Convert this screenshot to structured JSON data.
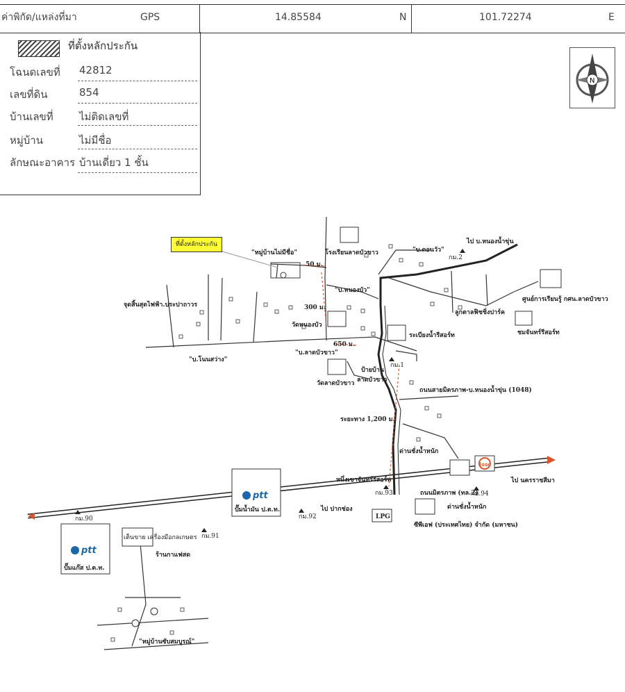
{
  "coords": {
    "label": "ค่าพิกัด/แหล่งที่มา",
    "source": "GPS",
    "lat": "14.85584",
    "lat_dir": "N",
    "lon": "101.72274",
    "lon_dir": "E"
  },
  "info": {
    "legend_label": "ที่ตั้งหลักประกัน",
    "rows": [
      {
        "label": "โฉนดเลขที่",
        "value": "42812"
      },
      {
        "label": "เลขที่ดิน",
        "value": "854"
      },
      {
        "label": "บ้านเลขที่",
        "value": "ไม่ติดเลขที่"
      },
      {
        "label": "หมู่บ้าน",
        "value": "ไม่มีชื่อ"
      },
      {
        "label": "ลักษณะอาคาร",
        "value": "บ้านเดี่ยว 1 ชั้น"
      }
    ]
  },
  "compass": {
    "letter": "N"
  },
  "map": {
    "callout": "ที่ตั้งหลักประกัน",
    "labels": {
      "village_noname": "\"หมู่บ้านไม่มีชื่อ\"",
      "school": "โรงเรียนลาดบัวขาว",
      "ban_donwua": "\"บ.ดอนวัว\"",
      "to_nongnamsun": "ไป บ.หนองน้ำขุ่น",
      "km2": "กม.2",
      "dist_50": "50 ม.",
      "ban_nongbua": "\"บ.หนองบัว\"",
      "learning_center": "ศูนย์การเรียนรู้ กศน.ลาดบัวขาว",
      "electric_pole": "จุดสิ้นสุดไฟฟ้า.ประปาถาวร",
      "dist_300": "300 ม.",
      "wat_nongbua": "วัดหนองบัว",
      "fish_park": "ลูกตาลฟิชชิ่งปาร์ค",
      "chomchan_resort": "ชมจันทร์รีสอร์ท",
      "dist_650": "650 ม.",
      "ban_ladbuakhao": "\"บ.ลาดบัวขาว\"",
      "rabiang_resort": "ระเบียงน้ำรีสอร์ท",
      "ban_nonsawang": "\"บ.โนนสว่าง\"",
      "km1": "กม.1",
      "wat_ladbuakhao": "วัดลาดบัวขาว",
      "sign_line1": "ป้ายบ้าน",
      "sign_line2": "ลาดบัวขาว",
      "road_1048": "ถนนสายมิตรภาพ-บ.หนองน้ำขุ่น (1048)",
      "dist_1200": "ระยะทาง 1,200 ม.",
      "weigh_station": "ด่านชั่งน้ำหนัก",
      "nueng_resort": "หนึ่งเขาจันทร์รีสอร์ท",
      "to_pakchong": "ไป ปากช่อง",
      "mittraphap_road": "ถนนมิตรภาพ (ทล.2)",
      "to_nakhonratchasima": "ไป นครราชสีมา",
      "km93": "กม.93",
      "km94": "กม.94",
      "weigh_station2": "ด่านชั่งน้ำหนัก",
      "lpg": "LPG",
      "cp": "ซีพีเอฟ (ประเทศไทย) จำกัด (มหาชน)",
      "ptt_brand": "ptt",
      "ptt_oil": "ปั๊มน้ำมัน ป.ต.ท.",
      "km92": "กม.92",
      "km90": "กม.90",
      "km91": "กม.91",
      "ptt_gas": "ปั๊มแก๊ส ป.ต.ท.",
      "machine_shop": "เต็นขาย เครื่องมือกลเกษตร",
      "coffee_shop": "ร้านกาแฟสด",
      "ban_sapsomboon": "\"หมู่บ้านซับสมบูรณ์\"",
      "esso": "Esso"
    }
  }
}
